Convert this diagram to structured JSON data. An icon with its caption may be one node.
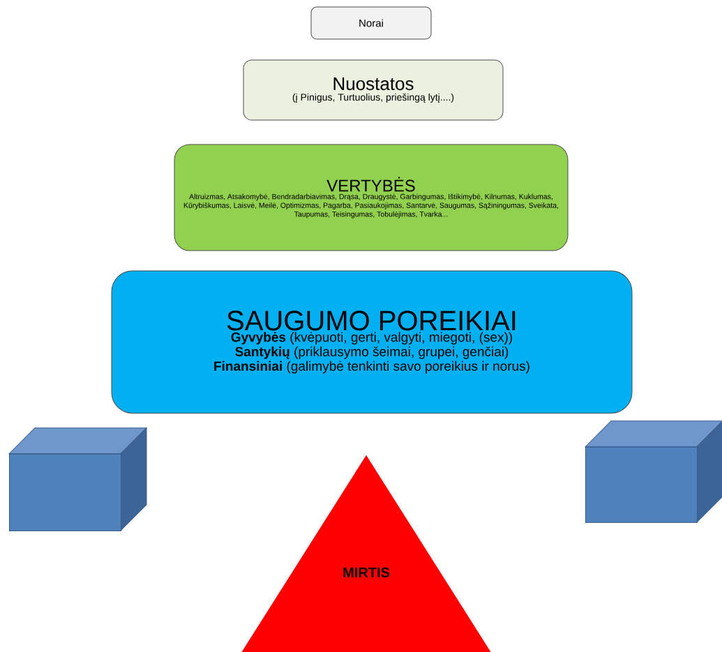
{
  "diagram": {
    "nodes": [
      {
        "text": [
          "Norai"
        ]
      },
      {
        "text": [
          "Nuostatos",
          "(į Pinigus, Turtuolius, priešingą lytį....)"
        ]
      },
      {
        "text": [
          "VERTYBĖS",
          "Altruizmas, Atsakomybė, Bendradarbiavimas, Drąsa, Draugystė, Garbingumas, Ištikimybė, Kilnumas, Kuklumas, Kūrybiškumas, Laisvė, Meilė, Optimizmas, Pagarba, Pasiaukojimas, Santarvė, Saugumas, Sąžiningumas, Sveikata, Taupumas, Teisingumas, Tobulėjimas, Tvarka..."
        ]
      },
      {
        "text": [
          "SAUGUMO POREIKIAI",
          "**Gyvybės** (kvėpuoti, gerti, valgyti, miegoti, (sex))",
          "**Santykių** (priklausymo šeimai, grupei, genčiai)",
          "**Finansiniai** (galimybė tenkinti savo poreikius ir norus)"
        ]
      },
      {
        "text": [],
        "shape": "box"
      },
      {
        "text": [],
        "shape": "box"
      },
      {
        "text": [
          "MIRTIS"
        ]
      }
    ],
    "edges": []
  }
}
